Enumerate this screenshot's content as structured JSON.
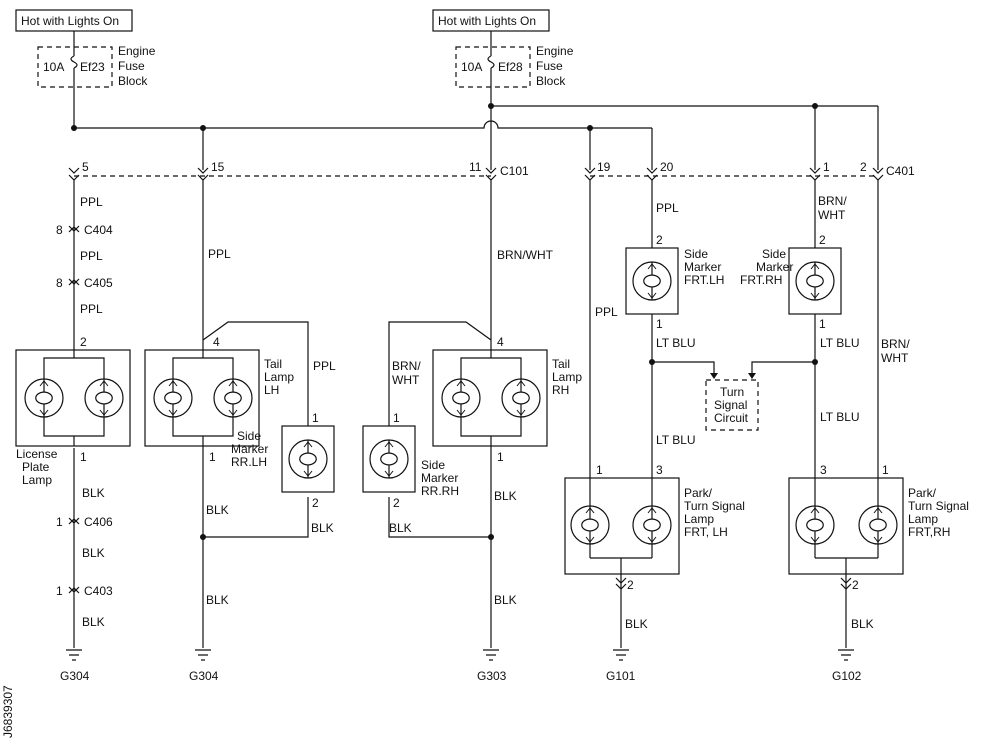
{
  "sources": {
    "left": "Hot with Lights On",
    "right": "Hot with Lights On"
  },
  "fuses": [
    {
      "rating": "10A",
      "id": "Ef23",
      "label": [
        "Engine",
        "Fuse",
        "Block"
      ]
    },
    {
      "rating": "10A",
      "id": "Ef28",
      "label": [
        "Engine",
        "Fuse",
        "Block"
      ]
    }
  ],
  "connectors": {
    "c101": "C101",
    "c401": "C401",
    "c404": "C404",
    "c405": "C405",
    "c406": "C406",
    "c403": "C403",
    "c101_pins": [
      "5",
      "15",
      "11"
    ],
    "c401_pins": [
      "19",
      "20",
      "1",
      "2"
    ]
  },
  "wires": {
    "ppl": "PPL",
    "brn_wht": "BRN/WHT",
    "brn": "BRN/",
    "wht": "WHT",
    "lt_blu": "LT BLU",
    "blk": "BLK"
  },
  "components": {
    "license": [
      "License",
      "Plate",
      "Lamp"
    ],
    "tail_lh": [
      "Tail",
      "Lamp",
      "LH"
    ],
    "tail_rh": [
      "Tail",
      "Lamp",
      "RH"
    ],
    "side_rr_lh": [
      "Side",
      "Marker",
      "RR.LH"
    ],
    "side_rr_rh": [
      "Side",
      "Marker",
      "RR.RH"
    ],
    "side_frt_lh": [
      "Side",
      "Marker",
      "FRT.LH"
    ],
    "side_frt_rh": [
      "Side",
      "Marker",
      "FRT.RH"
    ],
    "turn_circuit": [
      "Turn",
      "Signal",
      "Circuit"
    ],
    "park_lh": [
      "Park/",
      "Turn Signal",
      "Lamp",
      "FRT, LH"
    ],
    "park_rh": [
      "Park/",
      "Turn Signal",
      "Lamp",
      "FRT,RH"
    ]
  },
  "pins": {
    "p1": "1",
    "p2": "2",
    "p3": "3",
    "p4": "4",
    "p8": "8"
  },
  "grounds": [
    "G304",
    "G304",
    "G303",
    "G101",
    "G102"
  ],
  "figure_id": "J6839307"
}
